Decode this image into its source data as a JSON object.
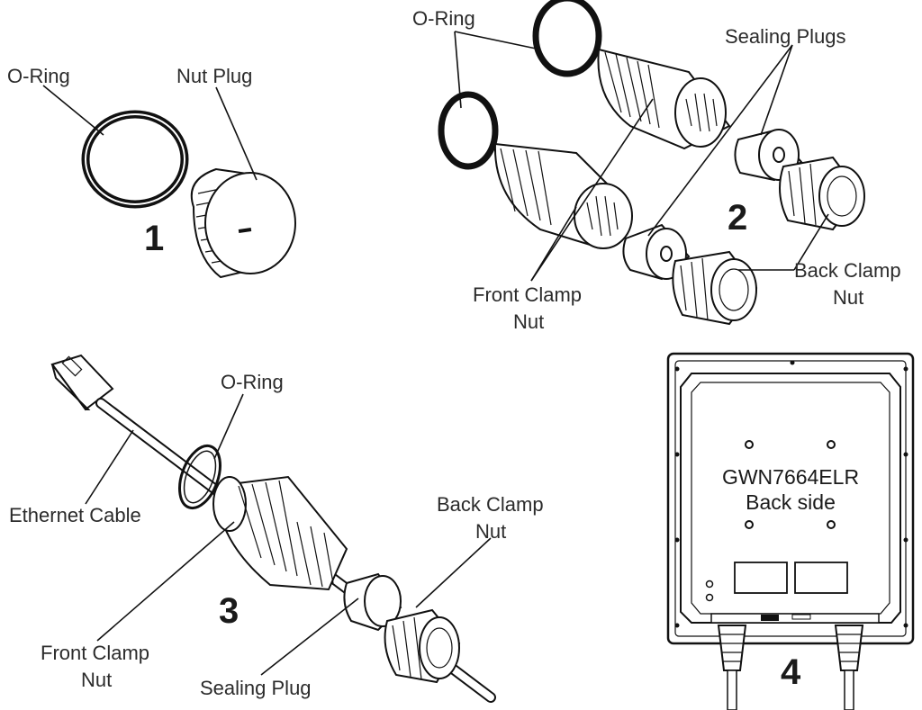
{
  "panel1": {
    "step": "1",
    "labels": {
      "o_ring": "O-Ring",
      "nut_plug": "Nut Plug"
    }
  },
  "panel2": {
    "step": "2",
    "labels": {
      "o_ring": "O-Ring",
      "sealing_plugs": "Sealing Plugs",
      "back_clamp_nut_1": "Back Clamp",
      "back_clamp_nut_2": "Nut",
      "front_clamp_nut_1": "Front Clamp",
      "front_clamp_nut_2": "Nut"
    }
  },
  "panel3": {
    "step": "3",
    "labels": {
      "o_ring": "O-Ring",
      "ethernet_cable": "Ethernet Cable",
      "back_clamp_nut_1": "Back Clamp",
      "back_clamp_nut_2": "Nut",
      "front_clamp_nut_1": "Front Clamp",
      "front_clamp_nut_2": "Nut",
      "sealing_plug": "Sealing Plug"
    }
  },
  "panel4": {
    "step": "4",
    "device_model": "GWN7664ELR",
    "device_side": "Back side"
  }
}
